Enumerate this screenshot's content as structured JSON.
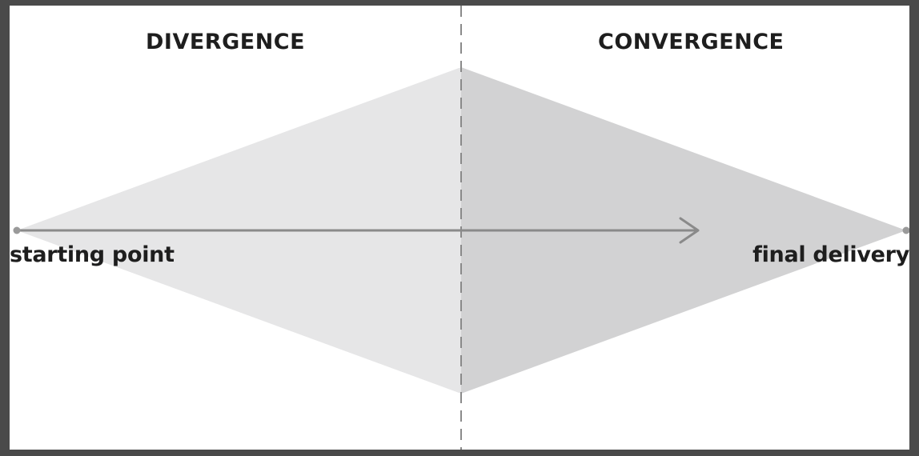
{
  "diagram": {
    "left_phase": "DIVERGENCE",
    "right_phase": "CONVERGENCE",
    "start_label": "starting point",
    "end_label": "final delivery"
  },
  "colors": {
    "divergence_fill": "#e6e6e7",
    "convergence_fill": "#d2d2d3",
    "arrow": "#8a8a8a",
    "divider": "#8a8a8a",
    "text": "#1e1e1e"
  }
}
